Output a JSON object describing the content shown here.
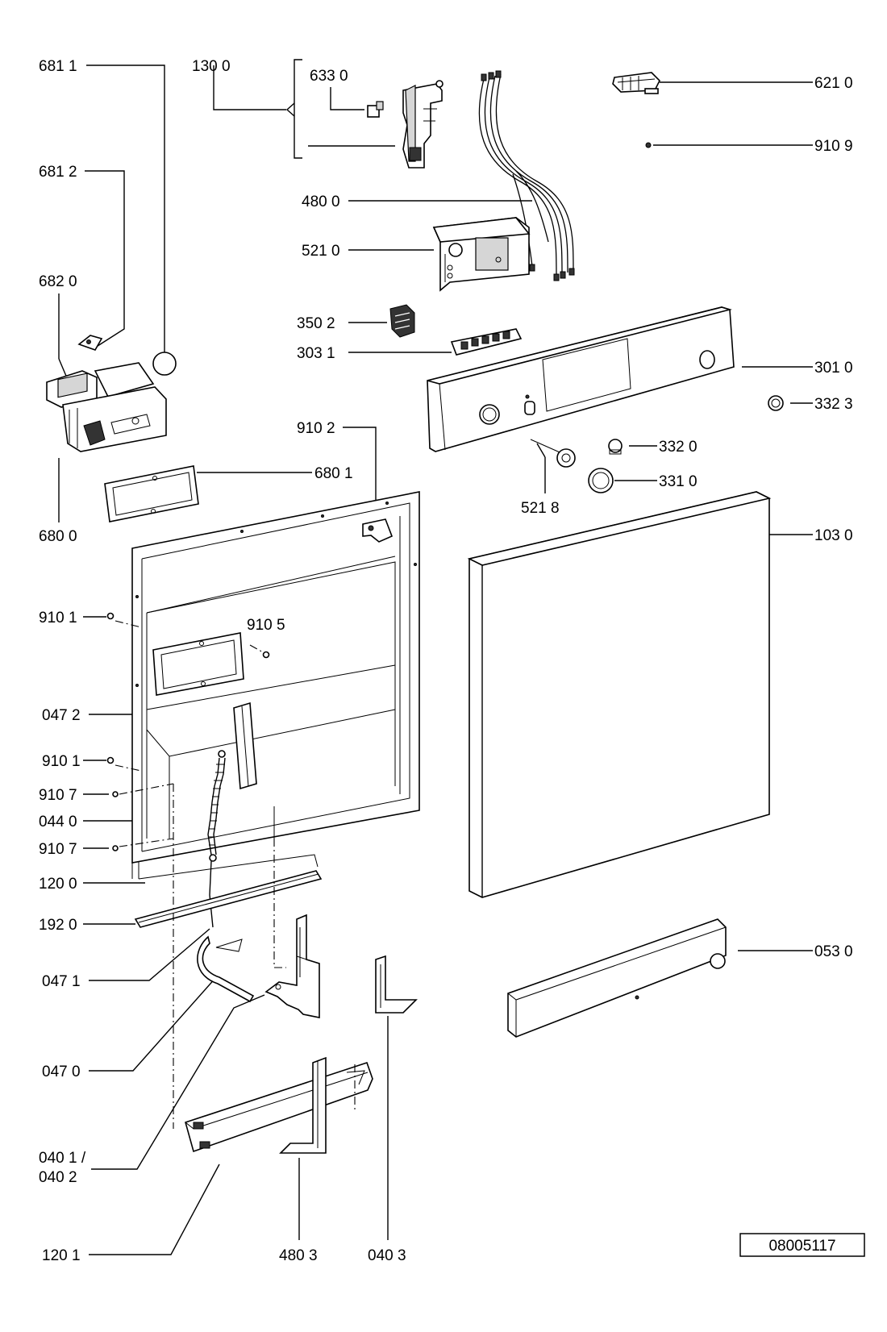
{
  "diagram": {
    "labels": [
      {
        "key": "681-1",
        "text": "681 1"
      },
      {
        "key": "130-0",
        "text": "130 0"
      },
      {
        "key": "633-0",
        "text": "633 0"
      },
      {
        "key": "621-0",
        "text": "621 0"
      },
      {
        "key": "910-9",
        "text": "910 9"
      },
      {
        "key": "681-2",
        "text": "681 2"
      },
      {
        "key": "480-0",
        "text": "480 0"
      },
      {
        "key": "521-0",
        "text": "521 0"
      },
      {
        "key": "682-0",
        "text": "682 0"
      },
      {
        "key": "350-2",
        "text": "350 2"
      },
      {
        "key": "303-1",
        "text": "303 1"
      },
      {
        "key": "301-0",
        "text": "301 0"
      },
      {
        "key": "332-3",
        "text": "332 3"
      },
      {
        "key": "910-2",
        "text": "910 2"
      },
      {
        "key": "332-0",
        "text": "332 0"
      },
      {
        "key": "680-1",
        "text": "680 1"
      },
      {
        "key": "331-0",
        "text": "331 0"
      },
      {
        "key": "521-8",
        "text": "521 8"
      },
      {
        "key": "680-0",
        "text": "680 0"
      },
      {
        "key": "103-0",
        "text": "103 0"
      },
      {
        "key": "910-1a",
        "text": "910 1"
      },
      {
        "key": "910-5",
        "text": "910 5"
      },
      {
        "key": "047-2",
        "text": "047 2"
      },
      {
        "key": "910-1b",
        "text": "910 1"
      },
      {
        "key": "910-7a",
        "text": "910 7"
      },
      {
        "key": "044-0",
        "text": "044 0"
      },
      {
        "key": "910-7b",
        "text": "910 7"
      },
      {
        "key": "120-0",
        "text": "120 0"
      },
      {
        "key": "192-0",
        "text": "192 0"
      },
      {
        "key": "047-1",
        "text": "047 1"
      },
      {
        "key": "053-0",
        "text": "053 0"
      },
      {
        "key": "047-0",
        "text": "047 0"
      },
      {
        "key": "040-1",
        "text": "040 1 /"
      },
      {
        "key": "040-2",
        "text": "040 2"
      },
      {
        "key": "120-1",
        "text": "120 1"
      },
      {
        "key": "480-3",
        "text": "480 3"
      },
      {
        "key": "040-3",
        "text": "040 3"
      }
    ],
    "document_number": "08005117"
  }
}
